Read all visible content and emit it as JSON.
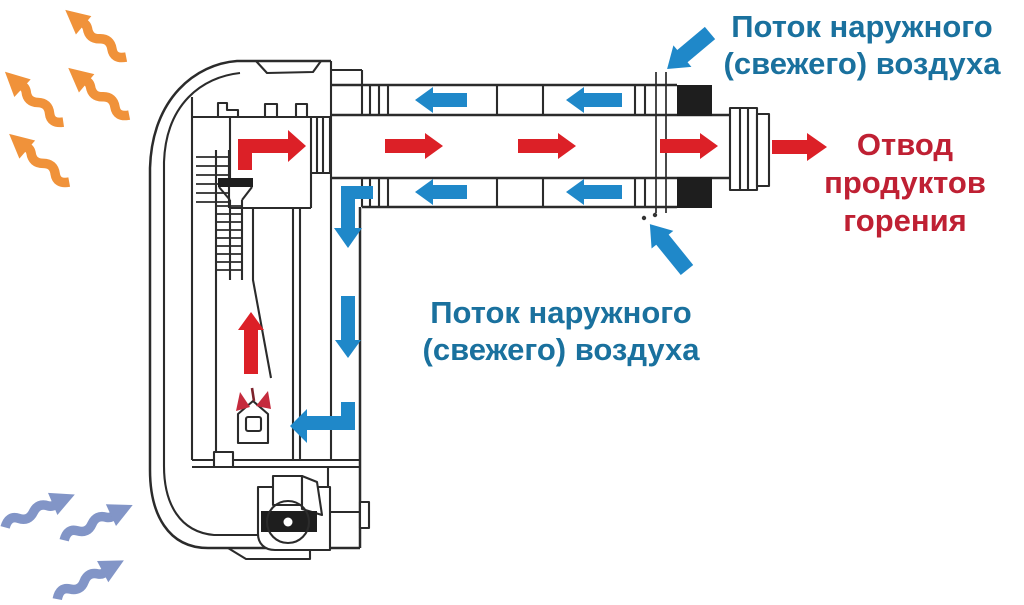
{
  "labels": {
    "fresh_air_top": {
      "line1": "Поток наружного",
      "line2": "(свежего) воздуха"
    },
    "fresh_air_mid": {
      "line1": "Поток наружного",
      "line2": "(свежего) воздуха"
    },
    "exhaust": {
      "line1": "Отвод",
      "line2": "продуктов",
      "line3": "горения"
    }
  },
  "colors": {
    "fresh-air": "#1f88c9",
    "exhaust": "#dc2027",
    "warm-air": "#f0923a",
    "room-air": "#8295c7",
    "flame": "#c52b3d",
    "label-teal": "#1a719e",
    "label-red": "#bf2033",
    "line": "#2b2b2b",
    "black": "#1e1e1e"
  },
  "arrows": {
    "exhaust_arrows_in_pipe": 3,
    "fresh_air_arrows_in_pipe": 4,
    "warm_air_wavy_arrows": 4,
    "room_air_wavy_arrows": 3
  }
}
